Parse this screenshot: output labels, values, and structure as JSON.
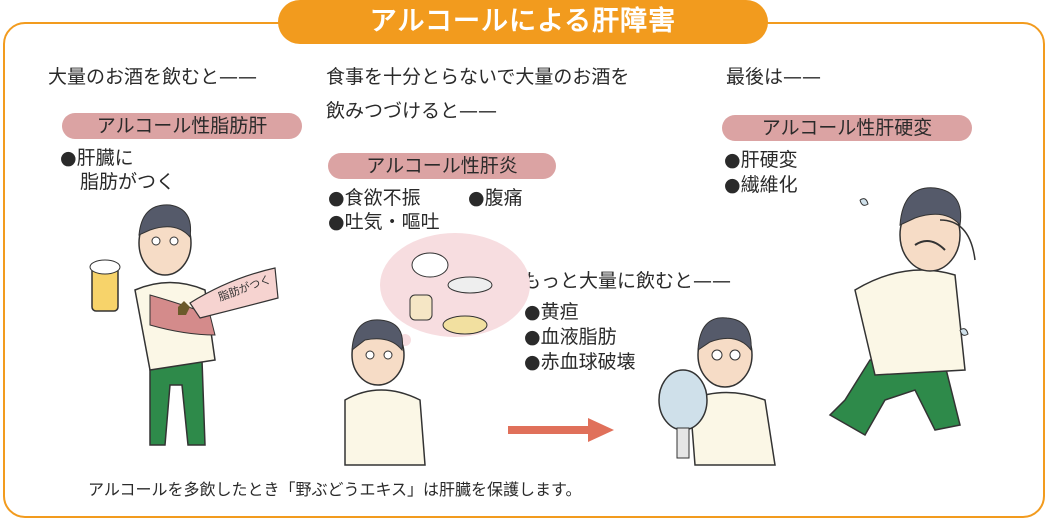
{
  "title": "アルコールによる肝障害",
  "stages": [
    {
      "lead": "大量のお酒を飲むと——",
      "label": "アルコール性脂肪肝",
      "symptoms": [
        "●肝臓に",
        "脂肪がつく"
      ],
      "illustration_text": "脂肪がつく"
    },
    {
      "lead": [
        "食事を十分とらないで大量のお酒を",
        "飲みつづけると——"
      ],
      "label": "アルコール性肝炎",
      "symptoms": [
        "●食欲不振",
        "●腹痛",
        "●吐気・嘔吐"
      ]
    },
    {
      "lead": "もっと大量に飲むと——",
      "symptoms": [
        "●黄疸",
        "●血液脂肪",
        "●赤血球破壊"
      ]
    },
    {
      "lead": "最後は——",
      "label": "アルコール性肝硬変",
      "symptoms": [
        "●肝硬変",
        "●繊維化"
      ]
    }
  ],
  "caption": "アルコールを多飲したとき「野ぶどうエキス」は肝臓を保護します。",
  "colors": {
    "accent": "#f29b1e",
    "pill": "#dba3a3",
    "arrow": "#e0705a",
    "pants": "#2e8a4a"
  }
}
